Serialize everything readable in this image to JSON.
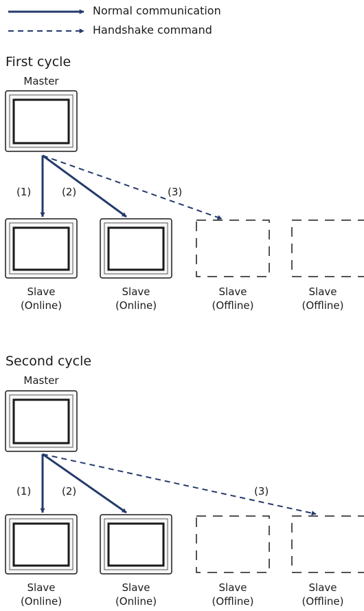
{
  "legend": {
    "normal_label": "Normal communication",
    "handshake_label": "Handshake command"
  },
  "colors": {
    "arrow": "#243a6b",
    "frame": "#1a1a1a",
    "dashed_box": "#1a1a1a"
  },
  "cycles": [
    {
      "title": "First cycle",
      "master_label": "Master",
      "steps": [
        "(1)",
        "(2)",
        "(3)"
      ],
      "slaves": [
        {
          "line1": "Slave",
          "line2": "(Online)"
        },
        {
          "line1": "Slave",
          "line2": "(Online)"
        },
        {
          "line1": "Slave",
          "line2": "(Offline)"
        },
        {
          "line1": "Slave",
          "line2": "(Offline)"
        }
      ]
    },
    {
      "title": "Second cycle",
      "master_label": "Master",
      "steps": [
        "(1)",
        "(2)",
        "(3)"
      ],
      "slaves": [
        {
          "line1": "Slave",
          "line2": "(Online)"
        },
        {
          "line1": "Slave",
          "line2": "(Online)"
        },
        {
          "line1": "Slave",
          "line2": "(Offline)"
        },
        {
          "line1": "Slave",
          "line2": "(Offline)"
        }
      ]
    }
  ]
}
